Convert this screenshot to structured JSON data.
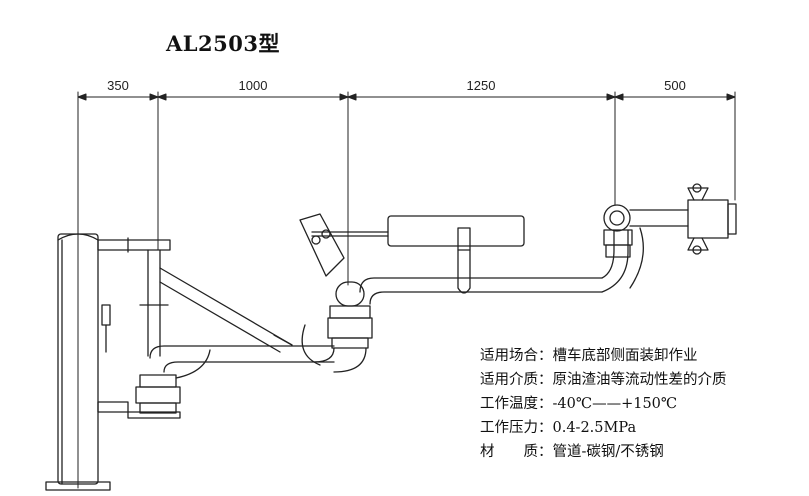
{
  "title": "AL2503型",
  "dimensions": [
    "350",
    "1000",
    "1250",
    "500"
  ],
  "specs": [
    {
      "label": "适用场合：",
      "value": "槽车底部侧面装卸作业"
    },
    {
      "label": "适用介质：",
      "value": "原油渣油等流动性差的介质"
    },
    {
      "label": "工作温度：",
      "value": "-40℃——+150℃"
    },
    {
      "label": "工作压力：",
      "value": "0.4-2.5MPa"
    },
    {
      "label": "材　　质：",
      "value": "管道-碳钢/不锈钢"
    }
  ]
}
